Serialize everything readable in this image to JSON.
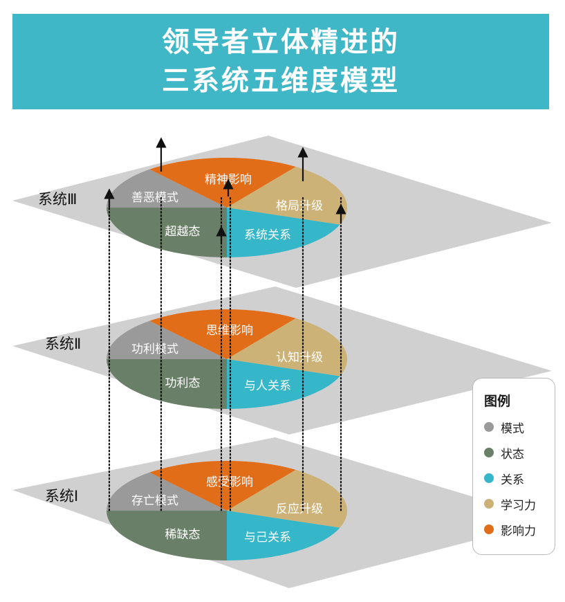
{
  "title": {
    "line1": "领导者立体精进的",
    "line2": "三系统五维度模型"
  },
  "colors": {
    "banner": "#3fb7c6",
    "plane": "#d0d0d0",
    "mode": "#9a9a9a",
    "state": "#6a7f68",
    "relation": "#35b6c9",
    "learning": "#cdb277",
    "influence": "#e26d19"
  },
  "systems": [
    {
      "label": "系统Ⅲ",
      "mode": "善恶模式",
      "state": "超越态",
      "relation": "系统关系",
      "learning": "格局升级",
      "influence": "精神影响"
    },
    {
      "label": "系统Ⅱ",
      "mode": "功利模式",
      "state": "功利态",
      "relation": "与人关系",
      "learning": "认知升级",
      "influence": "思维影响"
    },
    {
      "label": "系统Ⅰ",
      "mode": "存亡模式",
      "state": "稀缺态",
      "relation": "与己关系",
      "learning": "反应升级",
      "influence": "感受影响"
    }
  ],
  "legend": {
    "title": "图例",
    "items": [
      {
        "label": "模式",
        "color": "#9a9a9a"
      },
      {
        "label": "状态",
        "color": "#6a7f68"
      },
      {
        "label": "关系",
        "color": "#35b6c9"
      },
      {
        "label": "学习力",
        "color": "#cdb277"
      },
      {
        "label": "影响力",
        "color": "#e26d19"
      }
    ]
  }
}
